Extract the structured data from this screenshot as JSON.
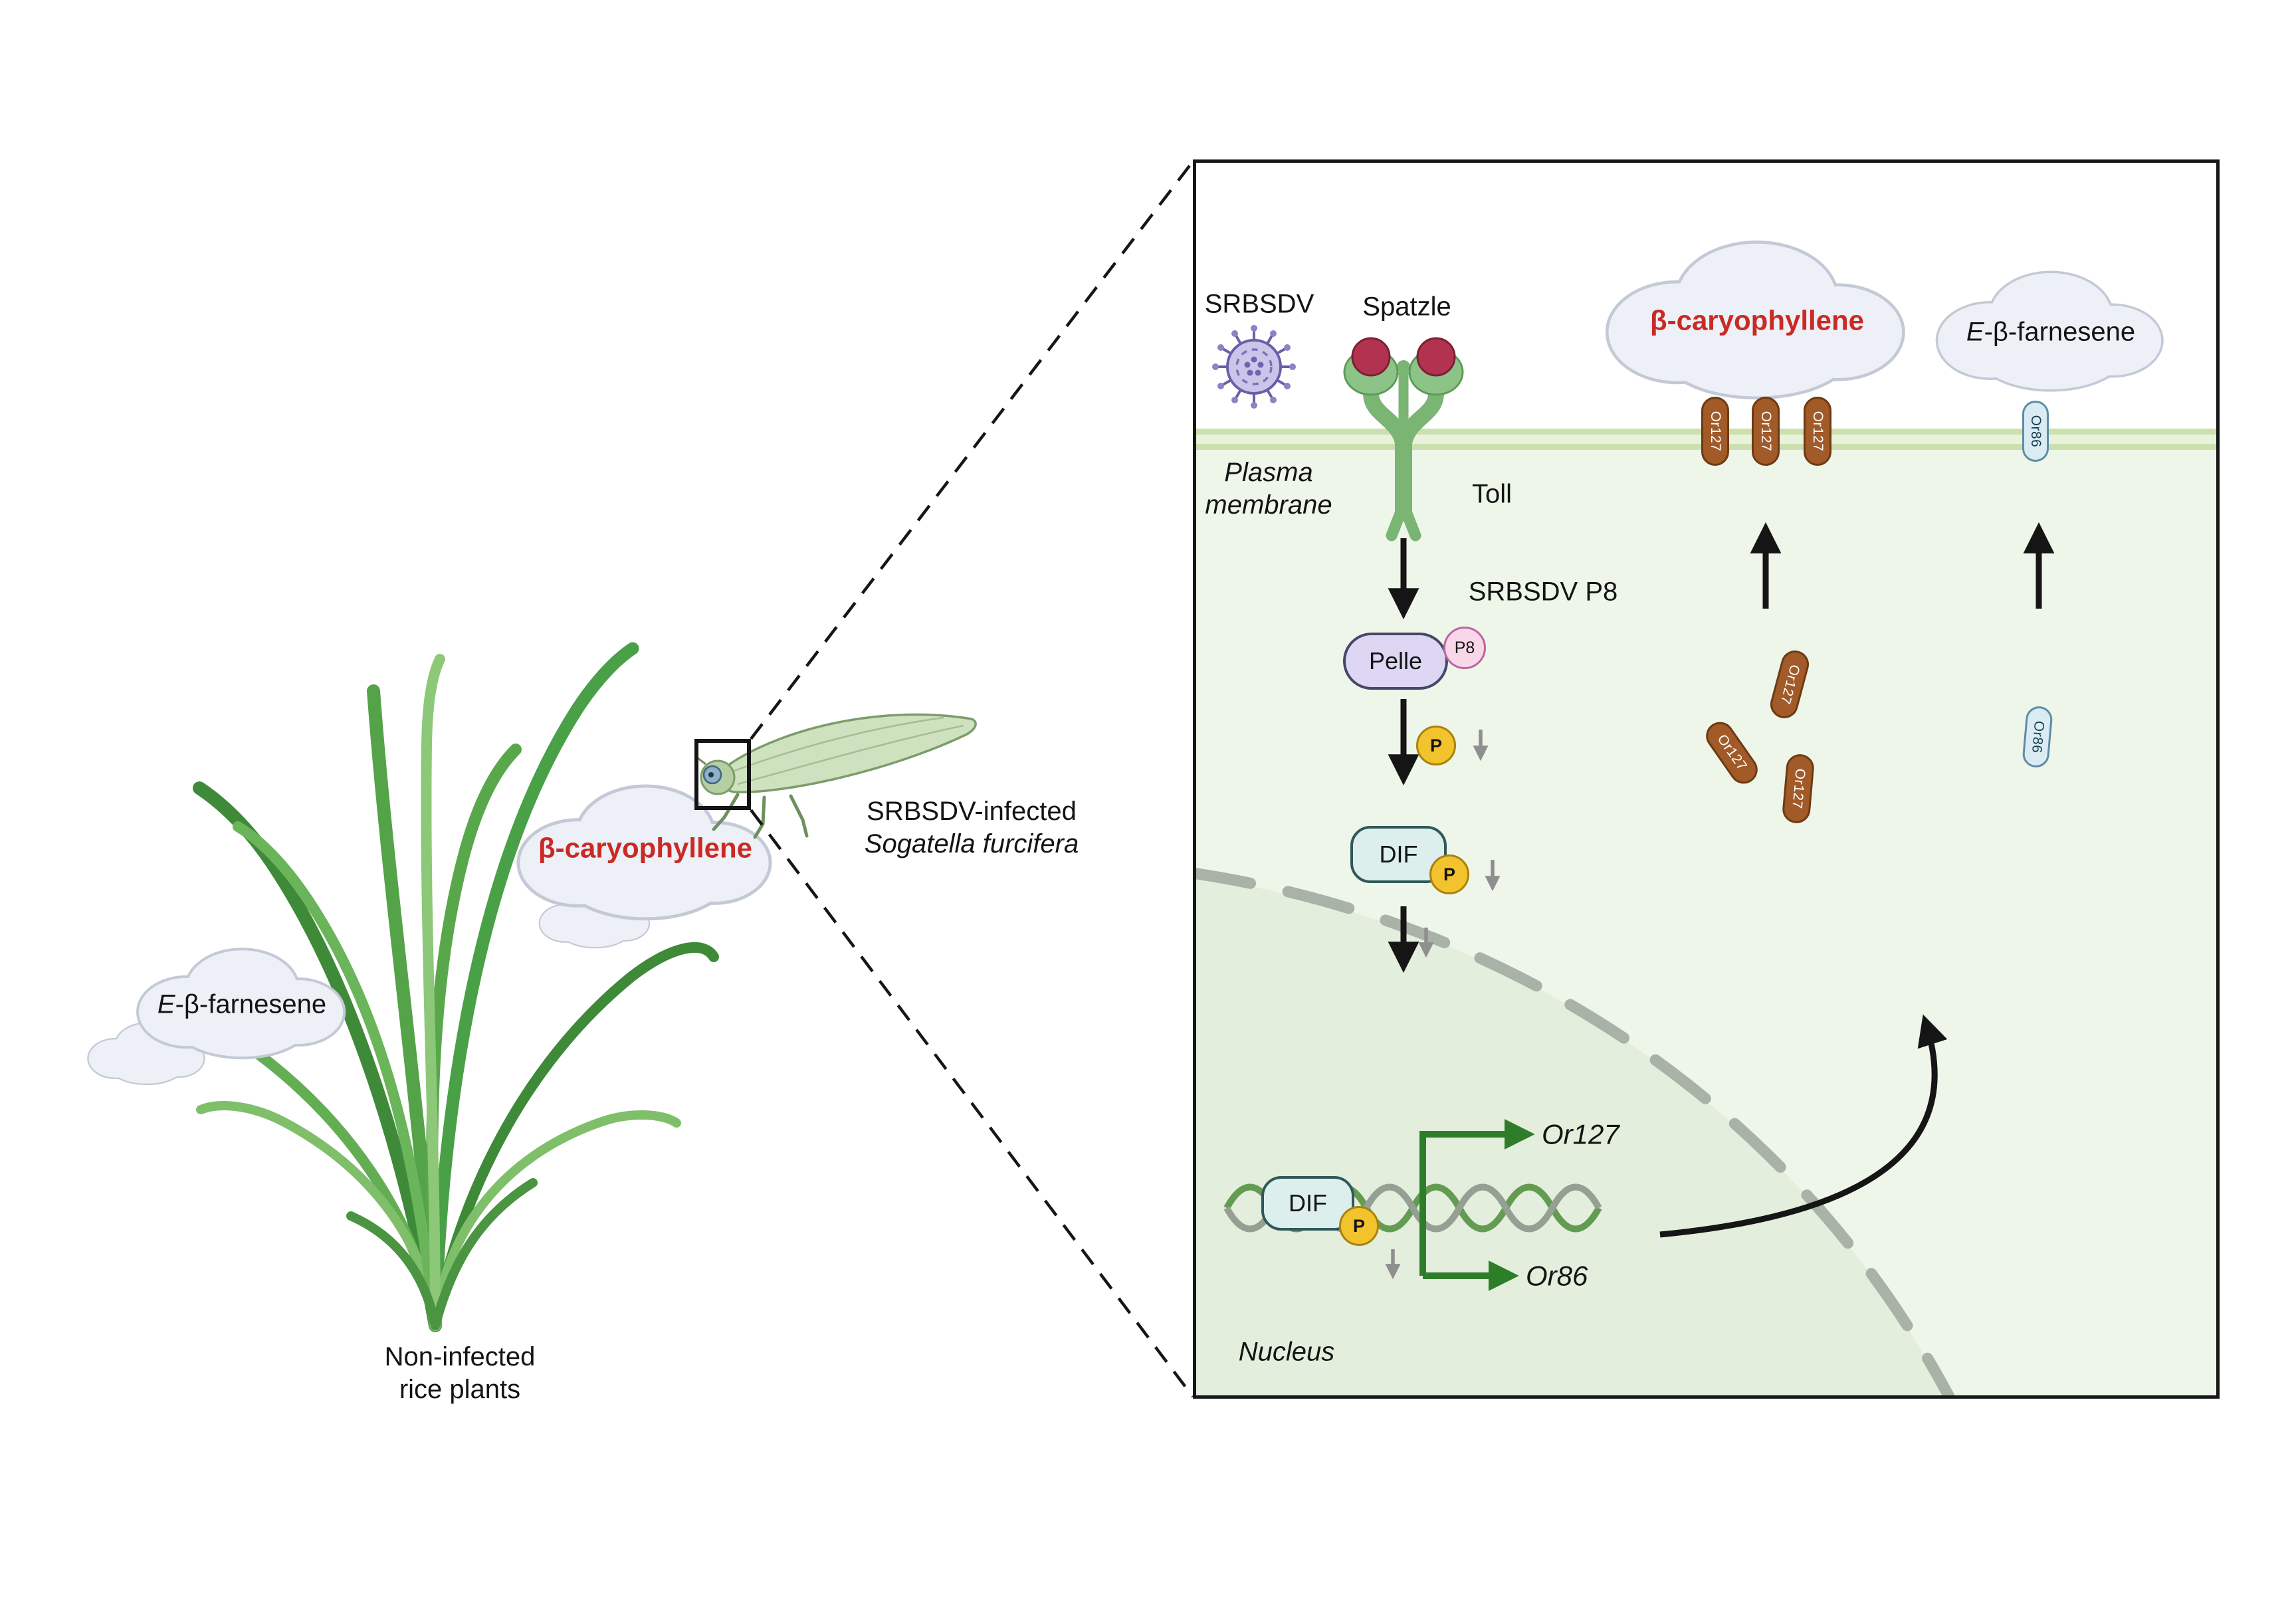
{
  "colors": {
    "accent_red": "#c92a25",
    "or127_fill": "#a15a28",
    "or86_fill": "#daebf4",
    "phospho_yellow": "#f3c32e",
    "gene_arrow_green": "#2e7d28",
    "membrane_green": "#cbe0ad",
    "cytoplasm_green": "#eef5e9",
    "nucleus_green": "#e3eedc"
  },
  "scene": {
    "plant_caption": {
      "line1": "Non-infected",
      "line2": "rice plants"
    },
    "insect_caption": {
      "line1": "SRBSDV-infected",
      "line2": "Sogatella furcifera"
    },
    "e_beta_farnesene": {
      "prefix": "E",
      "rest": "-β-farnesene"
    },
    "beta_caryophyllene": "β-caryophyllene"
  },
  "pathway": {
    "srbsdv": "SRBSDV",
    "spatzle": "Spatzle",
    "plasma_membrane": {
      "line1": "Plasma",
      "line2": "membrane"
    },
    "toll": "Toll",
    "srbsdv_p8": "SRBSDV P8",
    "pelle": "Pelle",
    "p8": "P8",
    "phospho": "P",
    "dif": "DIF",
    "beta_caryophyllene": "β-caryophyllene",
    "e_beta_farnesene": {
      "prefix": "E",
      "rest": "-β-farnesene"
    },
    "gene_or127": "Or127",
    "gene_or86": "Or86",
    "nucleus": "Nucleus",
    "or127": "Or127",
    "or86": "Or86"
  }
}
